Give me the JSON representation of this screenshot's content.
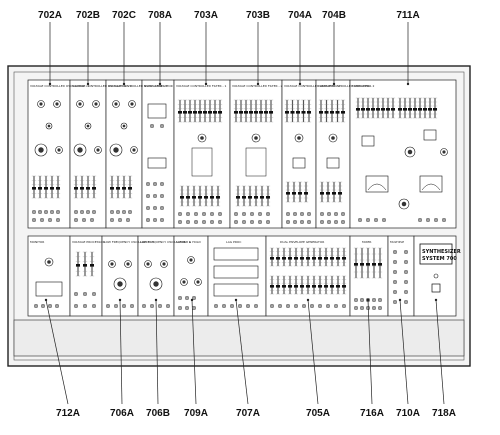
{
  "callouts_top": [
    {
      "label": "702A"
    },
    {
      "label": "702B"
    },
    {
      "label": "702C"
    },
    {
      "label": "708A"
    },
    {
      "label": "703A"
    },
    {
      "label": "703B"
    },
    {
      "label": "704A"
    },
    {
      "label": "704B"
    },
    {
      "label": "711A"
    }
  ],
  "callouts_bottom": [
    {
      "label": "712A"
    },
    {
      "label": "706A"
    },
    {
      "label": "706B"
    },
    {
      "label": "709A"
    },
    {
      "label": "707A"
    },
    {
      "label": "705A"
    },
    {
      "label": "716A"
    },
    {
      "label": "710A"
    },
    {
      "label": "718A"
    }
  ],
  "panel": {
    "top_modules": [
      {
        "title": "VOLTAGE CONTROLLED OSCILLATOR - 1"
      },
      {
        "title": "VOLTAGE CONTROLLED OSCILLATOR - 2"
      },
      {
        "title": "VOLTAGE CONTROLLED OSCILLATOR - 3"
      },
      {
        "title": "NOISE GENERATOR"
      },
      {
        "title": "VOLTAGE CONTROLLED FILTER - 1"
      },
      {
        "title": "VOLTAGE CONTROLLED FILTER - 2"
      },
      {
        "title": "VOLTAGE CONTROLLED AMPLIFIER - 1"
      },
      {
        "title": "VOLTAGE CONTROLLED AMPLIFIER - 2"
      },
      {
        "title": "MODULATOR"
      }
    ],
    "bottom_modules": [
      {
        "title": "MONITOR"
      },
      {
        "title": "VOLTAGE PROCESSOR"
      },
      {
        "title": "LOW FREQUENCY OSCILLATOR - 1"
      },
      {
        "title": "LOW FREQUENCY OSCILLATOR - 2"
      },
      {
        "title": "SAMPLE & HOLD"
      },
      {
        "title": "LAG PROC"
      },
      {
        "title": "DUAL ENVELOPE GENERATOR"
      },
      {
        "title": "MIXER"
      },
      {
        "title": "MULTIPLE"
      }
    ],
    "brand": {
      "line1": "SYNTHESIZER",
      "line2": "SYSTEM 700"
    }
  }
}
